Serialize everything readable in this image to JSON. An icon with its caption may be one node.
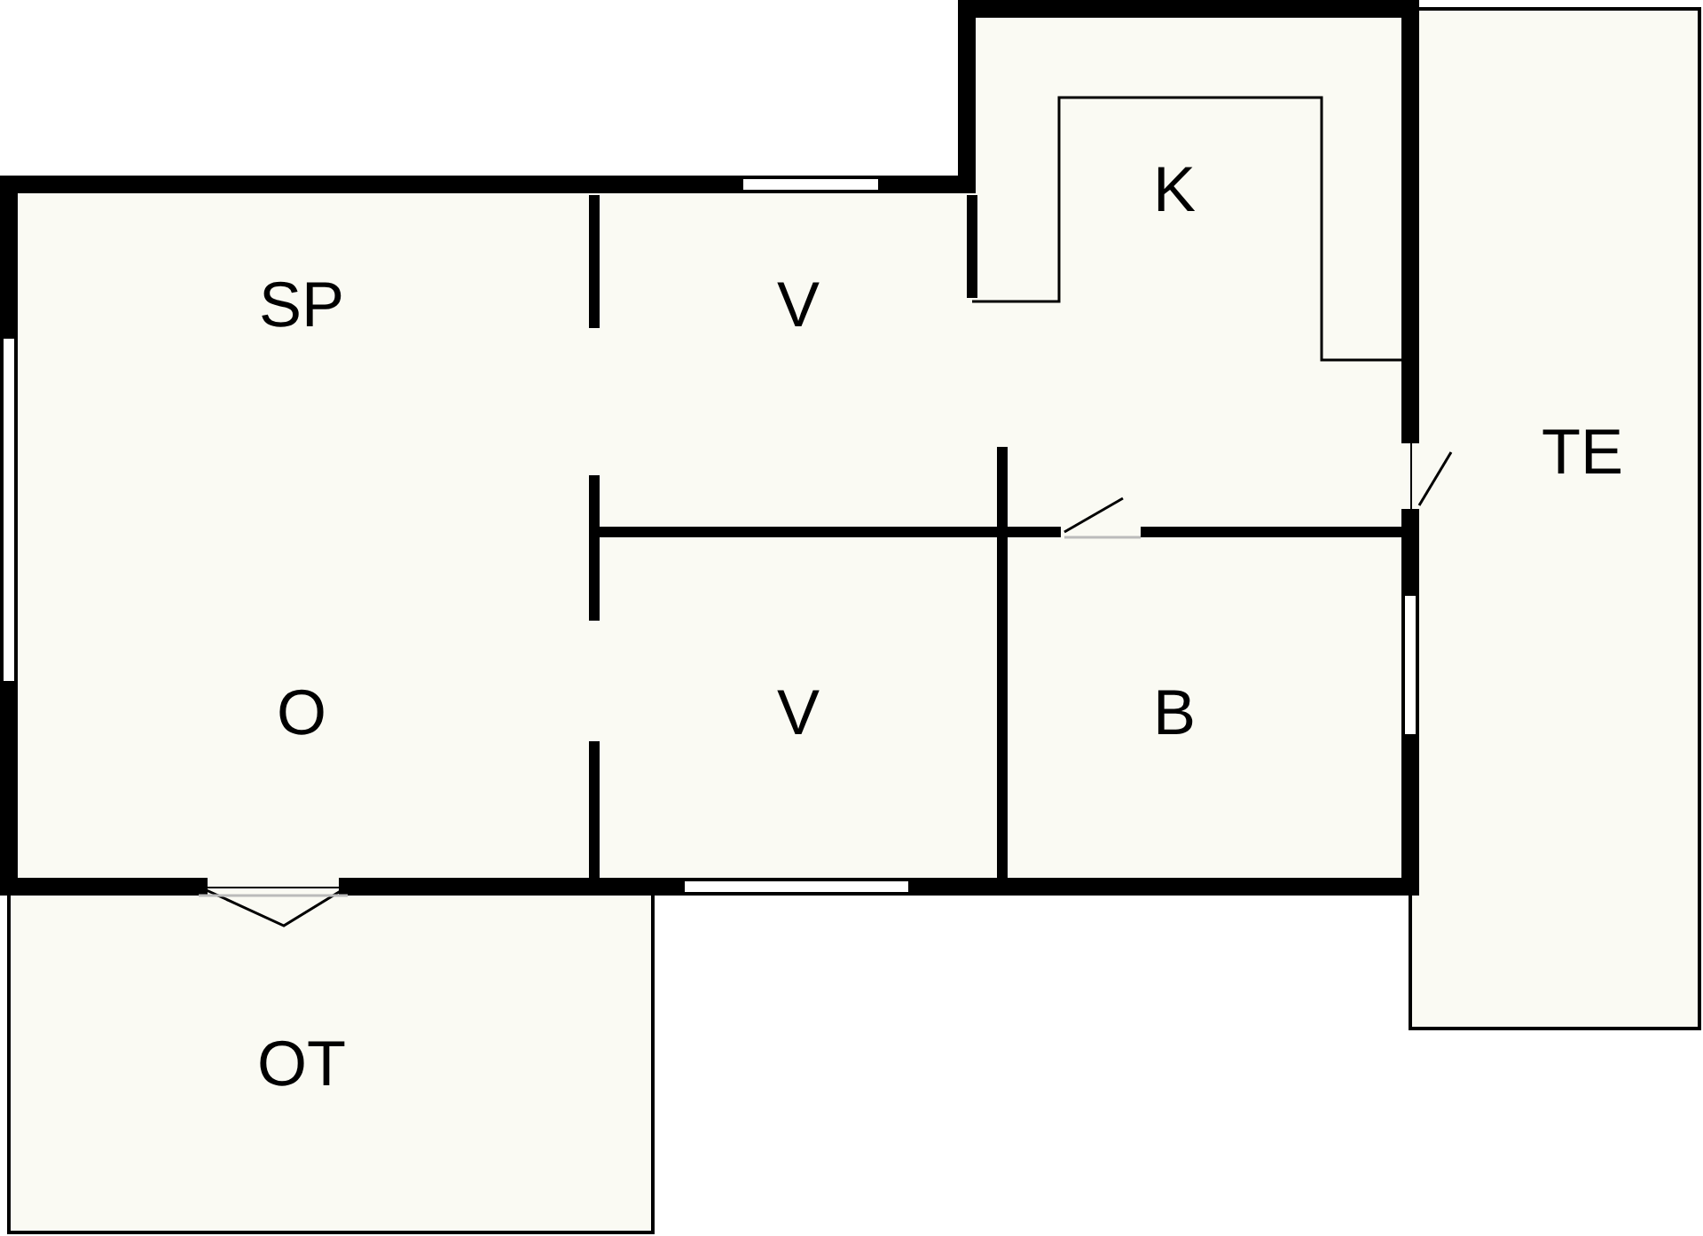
{
  "diagram": {
    "labels": [
      "K",
      "SP",
      "V",
      "TE",
      "O",
      "V",
      "B",
      "OT"
    ]
  }
}
